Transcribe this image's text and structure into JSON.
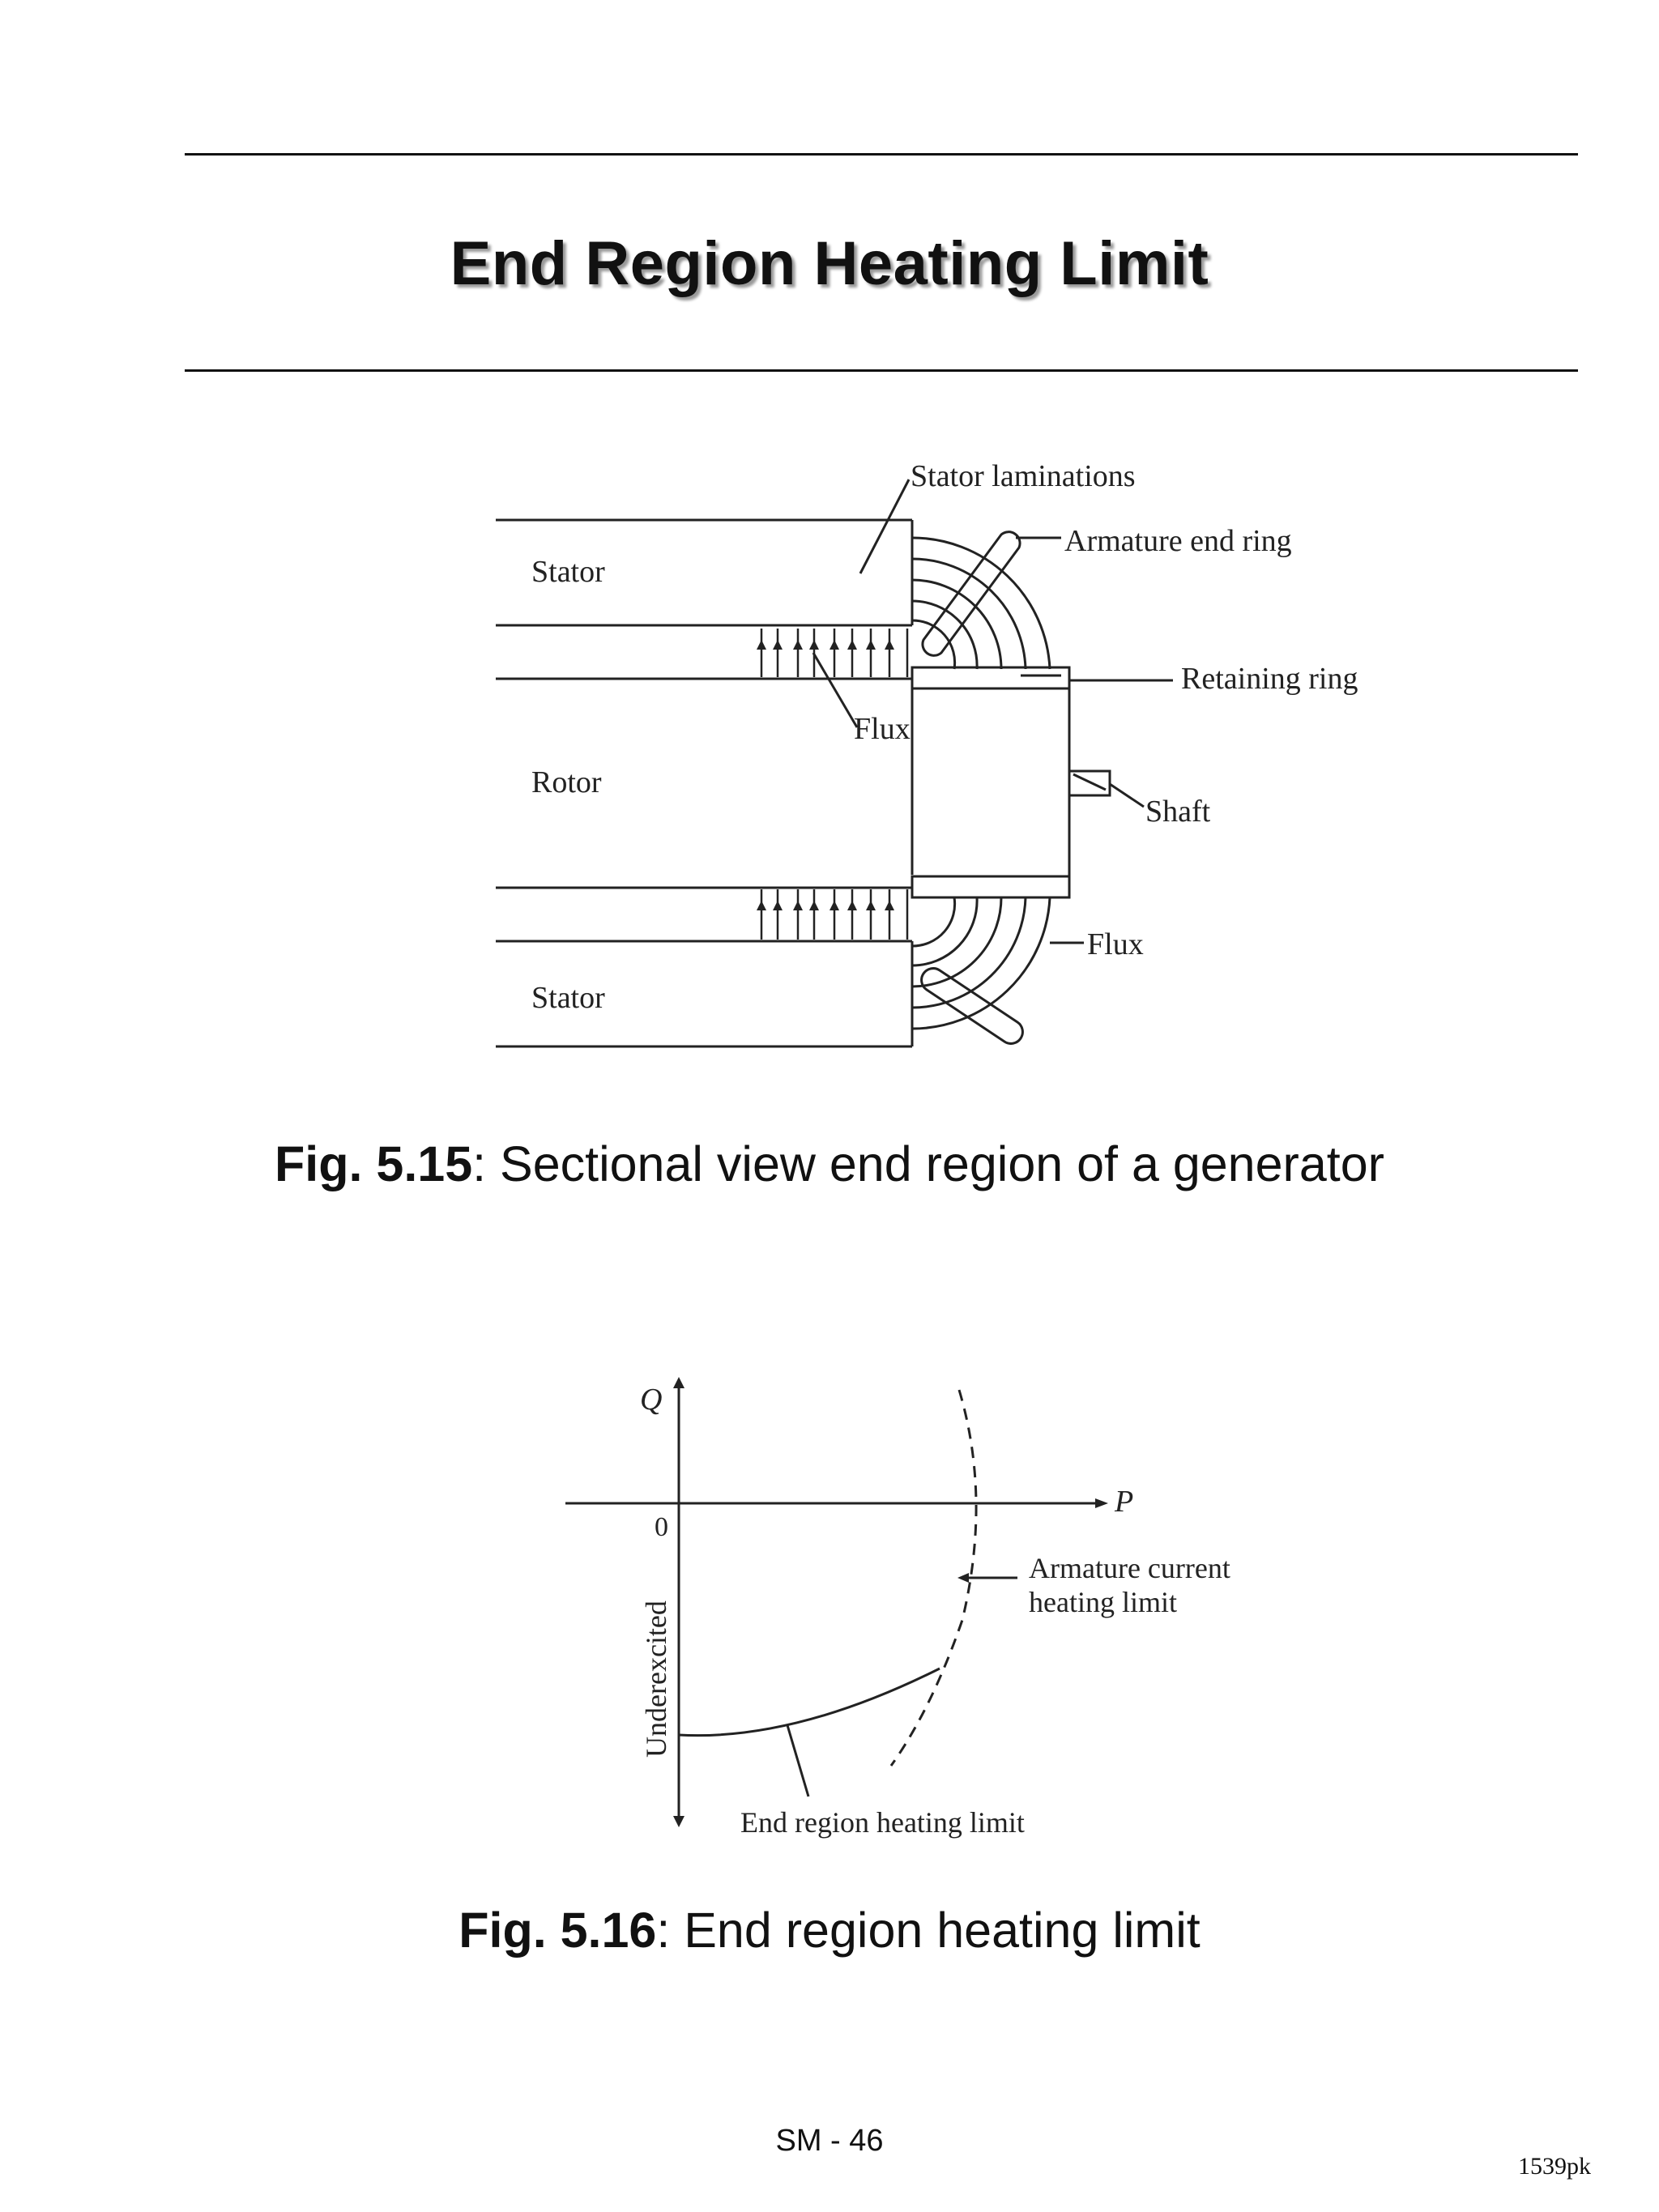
{
  "page": {
    "title": "End Region Heating Limit",
    "page_number": "SM - 46",
    "doc_code": "1539pk"
  },
  "figure1": {
    "caption_bold": "Fig. 5.15",
    "caption_text": ": Sectional view end region of a generator",
    "labels": {
      "stator_laminations": "Stator laminations",
      "armature_end_ring": "Armature end ring",
      "stator_top": "Stator",
      "retaining_ring": "Retaining ring",
      "flux_upper": "Flux",
      "rotor": "Rotor",
      "shaft": "Shaft",
      "flux_lower": "Flux",
      "stator_bottom": "Stator"
    }
  },
  "figure2": {
    "caption_bold": "Fig. 5.16",
    "caption_text": ": End region heating limit",
    "labels": {
      "q_axis": "Q",
      "p_axis": "P",
      "origin": "0",
      "underexcited": "Underexcited",
      "armature_line1": "Armature current",
      "armature_line2": "heating limit",
      "end_region": "End region heating limit"
    }
  }
}
